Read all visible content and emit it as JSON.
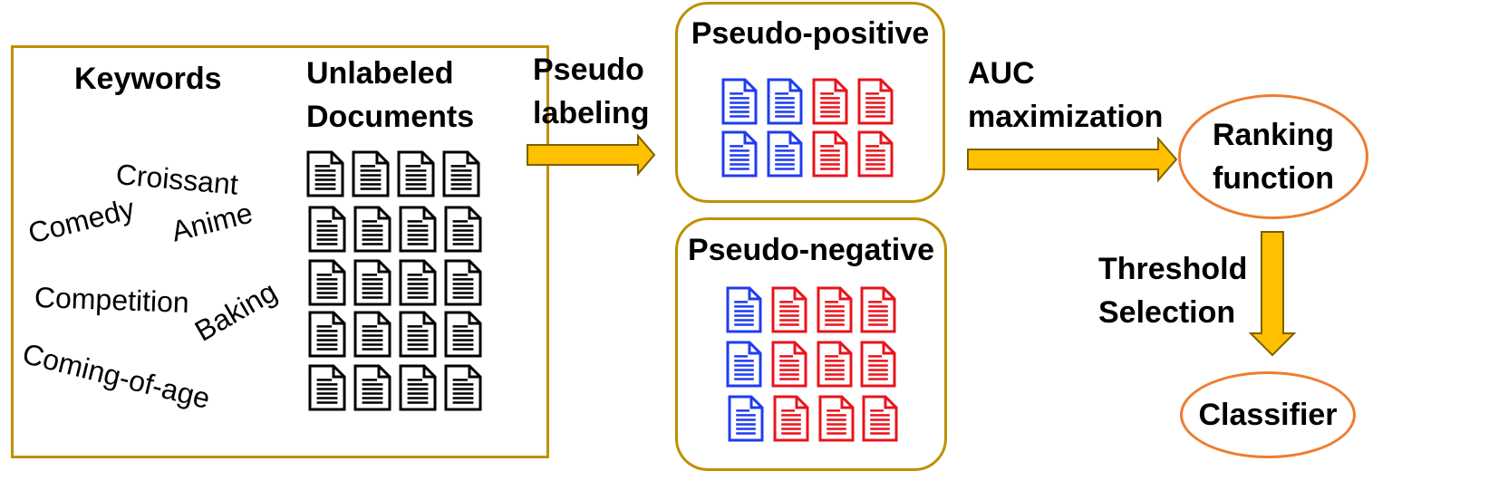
{
  "input_box": {
    "keywords_title": "Keywords",
    "unlabeled_title_line1": "Unlabeled",
    "unlabeled_title_line2": "Documents",
    "keywords": [
      "Croissant",
      "Comedy",
      "Anime",
      "Competition",
      "Baking",
      "Coming-of-age"
    ]
  },
  "edges": {
    "pseudo_labeling_line1": "Pseudo",
    "pseudo_labeling_line2": "labeling",
    "auc_line1": "AUC",
    "auc_line2": "maximization",
    "threshold_line1": "Threshold",
    "threshold_line2": "Selection"
  },
  "pseudo_positive": {
    "title": "Pseudo-positive",
    "rows": [
      [
        "blue",
        "blue",
        "red",
        "red"
      ],
      [
        "blue",
        "blue",
        "red",
        "red"
      ]
    ]
  },
  "pseudo_negative": {
    "title": "Pseudo-negative",
    "rows": [
      [
        "blue",
        "red",
        "red",
        "red"
      ],
      [
        "blue",
        "red",
        "red",
        "red"
      ],
      [
        "blue",
        "red",
        "red",
        "red"
      ]
    ]
  },
  "ranking_node": {
    "line1": "Ranking",
    "line2": "function"
  },
  "classifier_node": {
    "label": "Classifier"
  },
  "colors": {
    "box_border": "#bf9000",
    "ellipse_border": "#ed7d31",
    "arrow_fill": "#ffc000",
    "doc_black": "#000000",
    "doc_blue": "#1f3cf0",
    "doc_red": "#e8141c"
  },
  "unlabeled_grid": {
    "rows": 5,
    "cols": 4
  }
}
